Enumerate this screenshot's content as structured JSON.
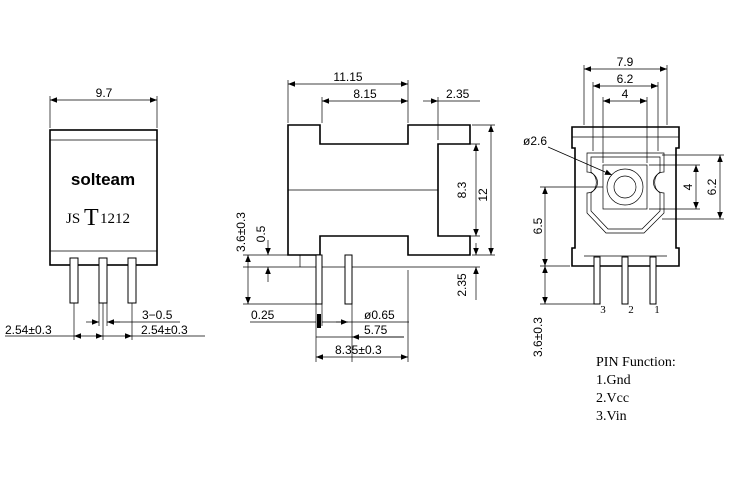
{
  "front_view": {
    "brand": "solteam",
    "part_prefix": "JS",
    "part_letter": "T",
    "part_number": "1212",
    "width": "9.7",
    "lead_gap": "3−0.5",
    "pitch_left": "2.54±0.3",
    "pitch_right": "2.54±0.3"
  },
  "side_view": {
    "total_width": "11.15",
    "body_width": "8.15",
    "flange": "2.35",
    "inner_height": "8.3",
    "total_height": "12",
    "standoff_height": "2.35",
    "lead_length": "3.6±0.3",
    "standoff": "0.5",
    "lead_thickness": "0.25",
    "lead_diameter": "ø0.65",
    "lead_spacing": "5.75",
    "lead_span": "8.35±0.3"
  },
  "rear_view": {
    "width": "7.9",
    "inner_width": "6.2",
    "aperture_width": "4",
    "hole_diameter": "ø2.6",
    "aperture_height": "4",
    "inner_height": "6.2",
    "aperture_center": "6.5",
    "lead_length": "3.6±0.3",
    "pin_labels": [
      "3",
      "2",
      "1"
    ]
  },
  "pin_function": {
    "title": "PIN Function:",
    "items": [
      "1.Gnd",
      "2.Vcc",
      "3.Vin"
    ]
  }
}
